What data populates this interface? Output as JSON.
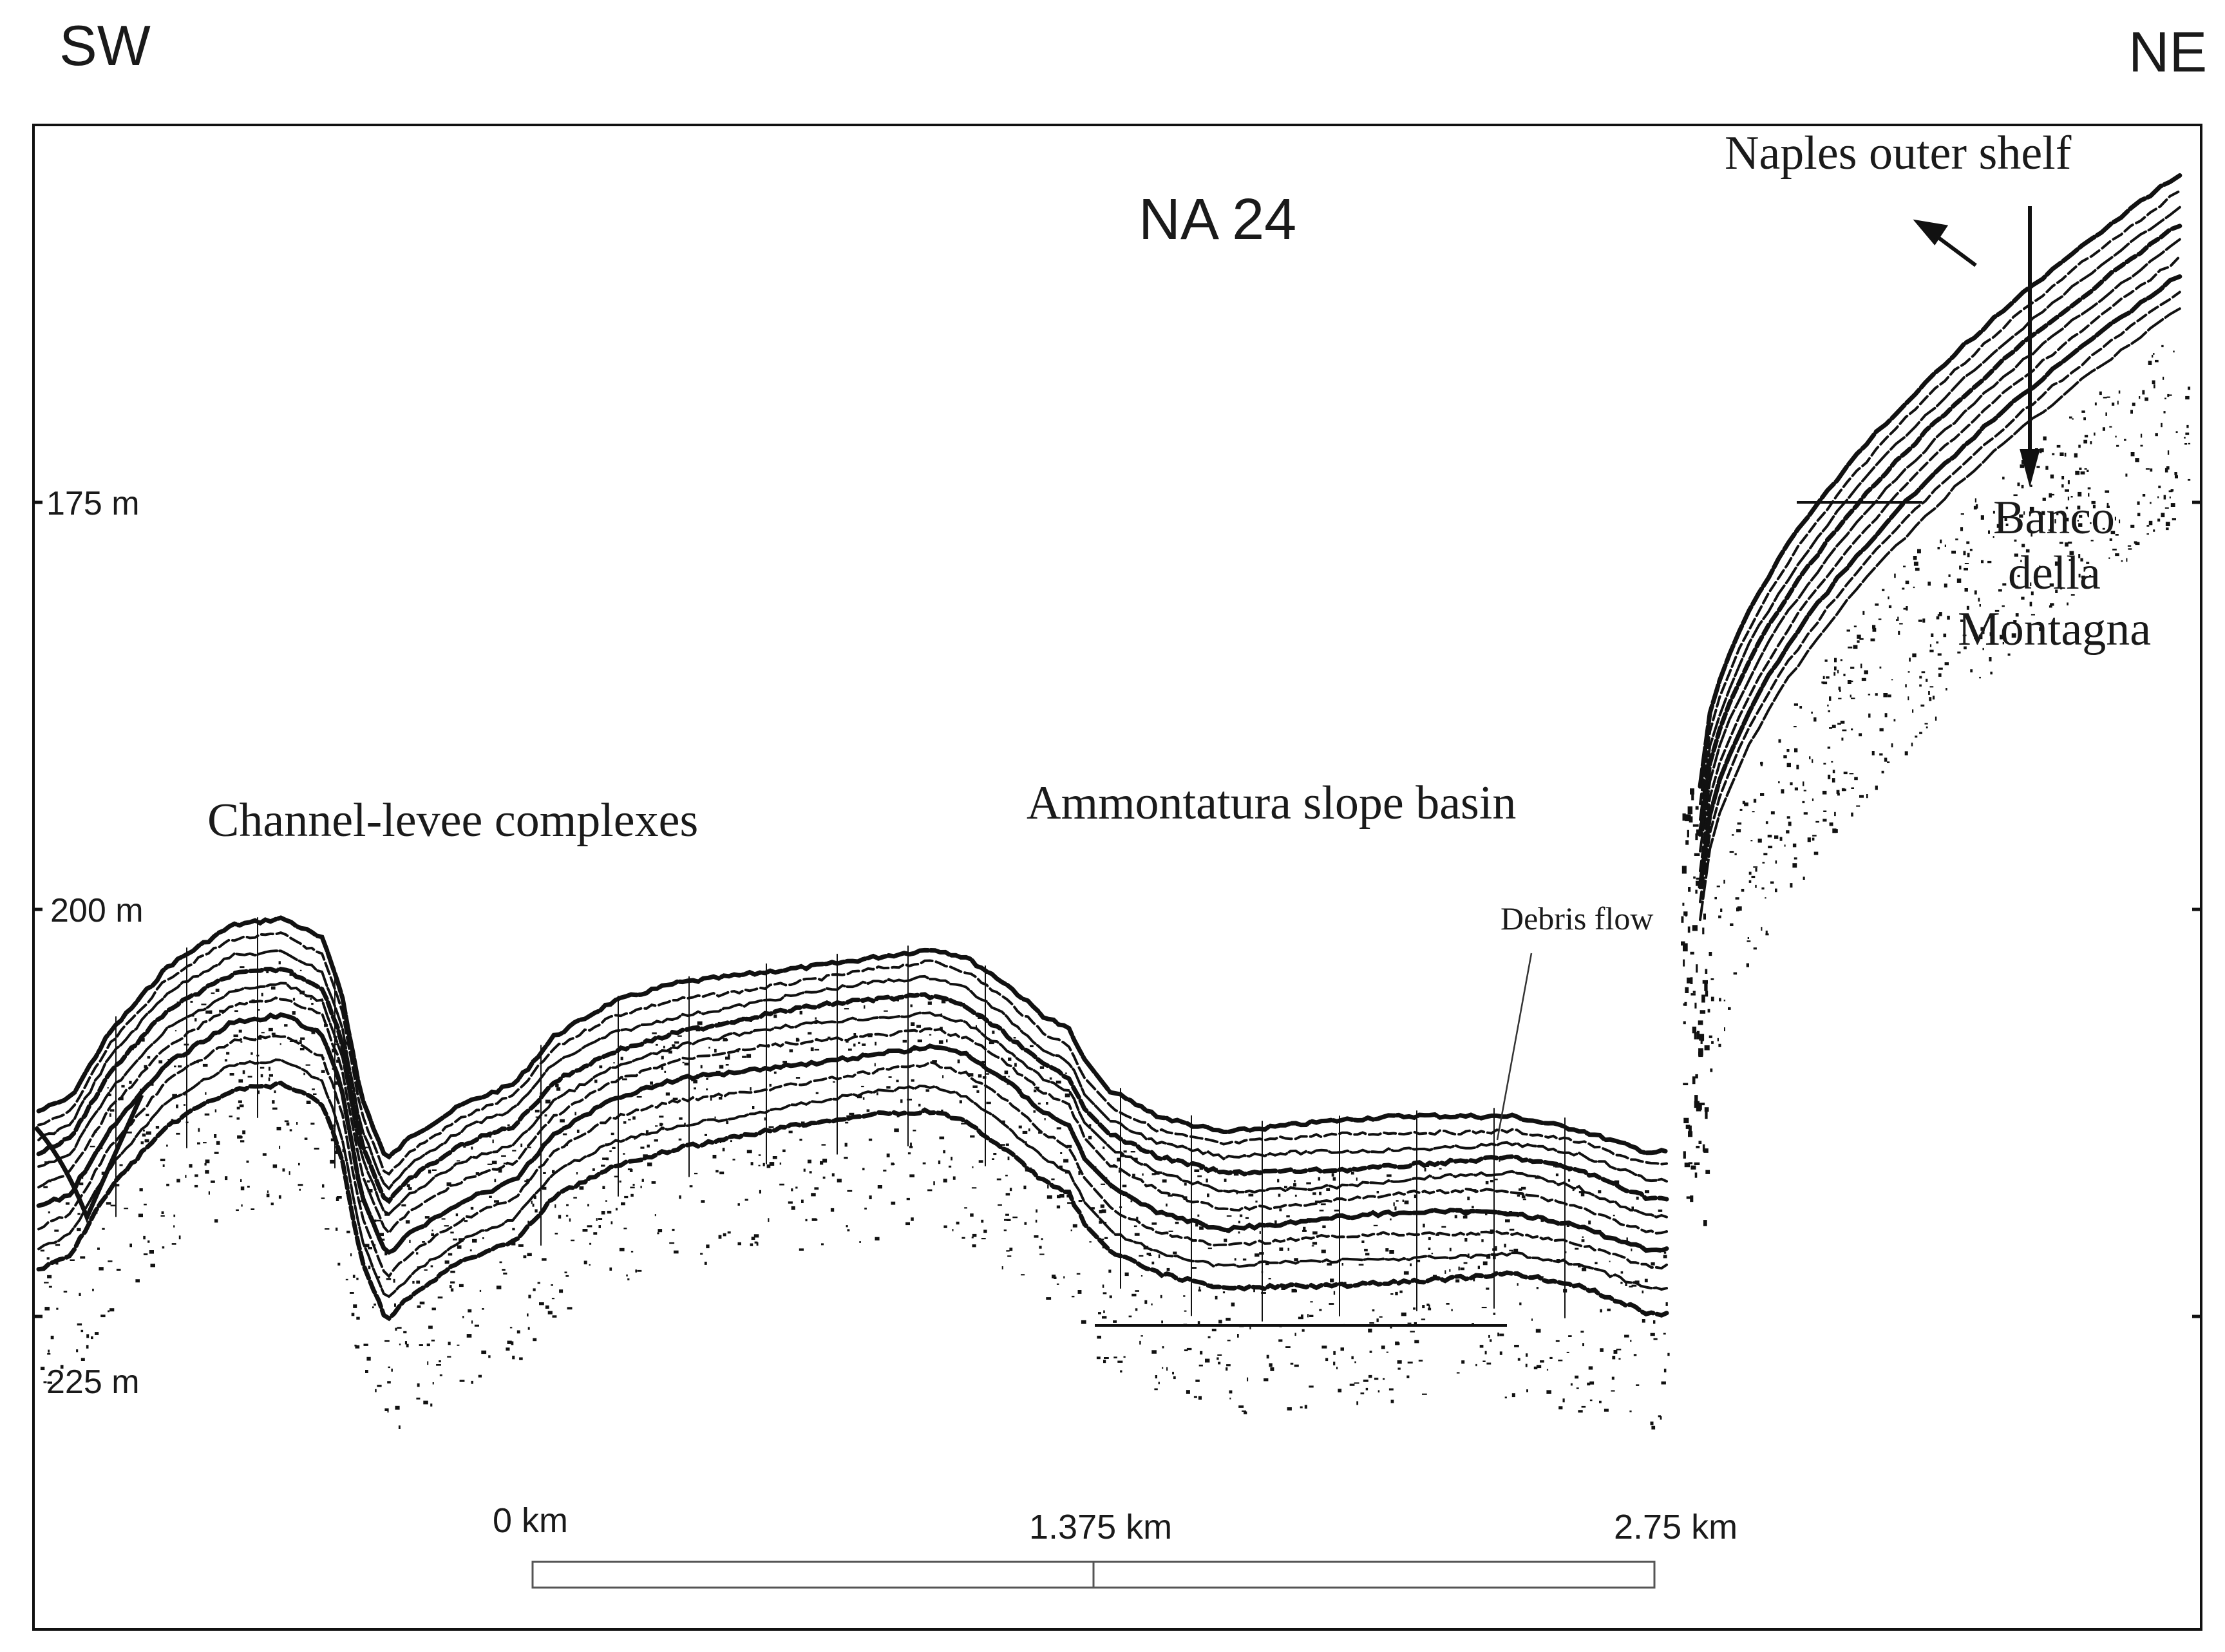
{
  "orientation": {
    "left": "SW",
    "right": "NE"
  },
  "profile_id": "NA 24",
  "depth_ticks": [
    "175 m",
    "200 m",
    "225 m"
  ],
  "annotations": {
    "channel_levee": "Channel-levee complexes",
    "slope_basin": "Ammontatura slope basin",
    "debris_flow": "Debris flow",
    "outer_shelf": "Naples outer shelf",
    "banco": [
      "Banco",
      "della",
      "Montagna"
    ]
  },
  "scale_bar": {
    "labels": [
      "0 km",
      "1.375 km",
      "2.75 km"
    ]
  },
  "colors": {
    "ink": "#111111",
    "paper": "#ffffff"
  }
}
